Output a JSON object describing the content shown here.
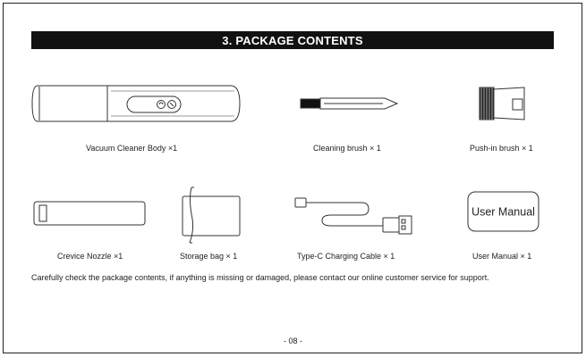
{
  "section": {
    "title": "3. PACKAGE CONTENTS"
  },
  "items": [
    {
      "caption": "Vacuum Cleaner Body ×1"
    },
    {
      "caption": "Cleaning  brush × 1"
    },
    {
      "caption": "Push-in brush × 1"
    },
    {
      "caption": "Crevice Nozzle ×1"
    },
    {
      "caption": "Storage bag  × 1"
    },
    {
      "caption": "Type-C Charging Cable × 1"
    },
    {
      "caption": "User Manual × 1"
    }
  ],
  "manual_cover_text": "User Manual",
  "note": "Carefully check the package contents, if anything is missing or damaged, please contact our online customer service for support.",
  "page_number": "- 08 -"
}
